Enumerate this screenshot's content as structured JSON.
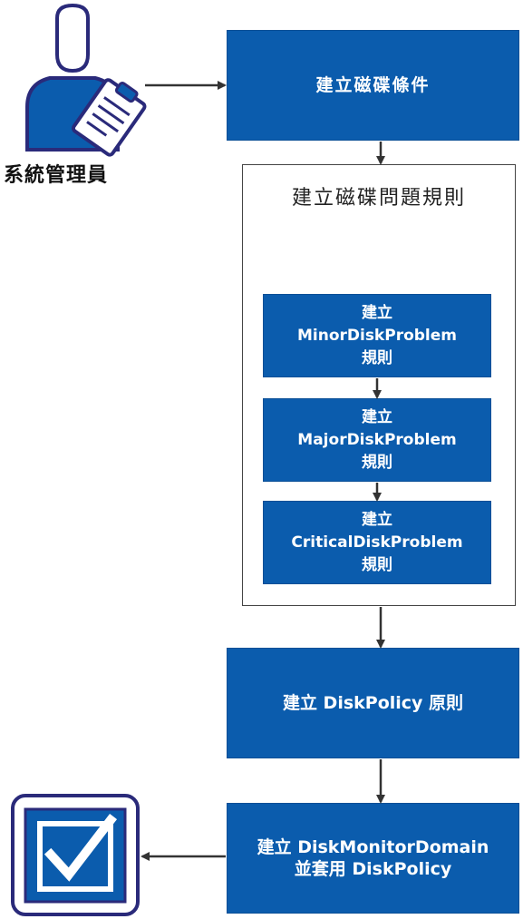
{
  "actor": {
    "label": "系統管理員",
    "icon": "administrator-with-clipboard-icon"
  },
  "steps": {
    "create_disk_condition": "建立磁碟條件",
    "group_title": "建立磁碟問題規則",
    "minor": [
      "建立",
      "MinorDiskProblem",
      "規則"
    ],
    "major": [
      "建立",
      "MajorDiskProblem",
      "規則"
    ],
    "critical": [
      "建立",
      "CriticalDiskProblem",
      "規則"
    ],
    "policy": "建立 DiskPolicy 原則",
    "monitor": [
      "建立 DiskMonitorDomain",
      "並套用 DiskPolicy"
    ]
  },
  "end_icon": "checkbox-checked-icon",
  "colors": {
    "box_fill": "#0b5cad",
    "icon_outline": "#2a2a7a",
    "arrow": "#333333"
  }
}
